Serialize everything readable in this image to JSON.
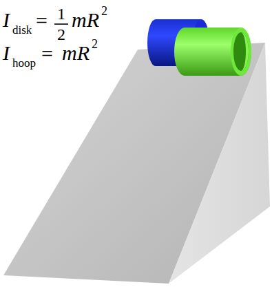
{
  "diagram": {
    "labels": [
      "I",
      "disk",
      "=",
      "1",
      "2",
      "mR",
      "2",
      "I",
      "hoop",
      "=",
      "mR",
      "2"
    ]
  }
}
